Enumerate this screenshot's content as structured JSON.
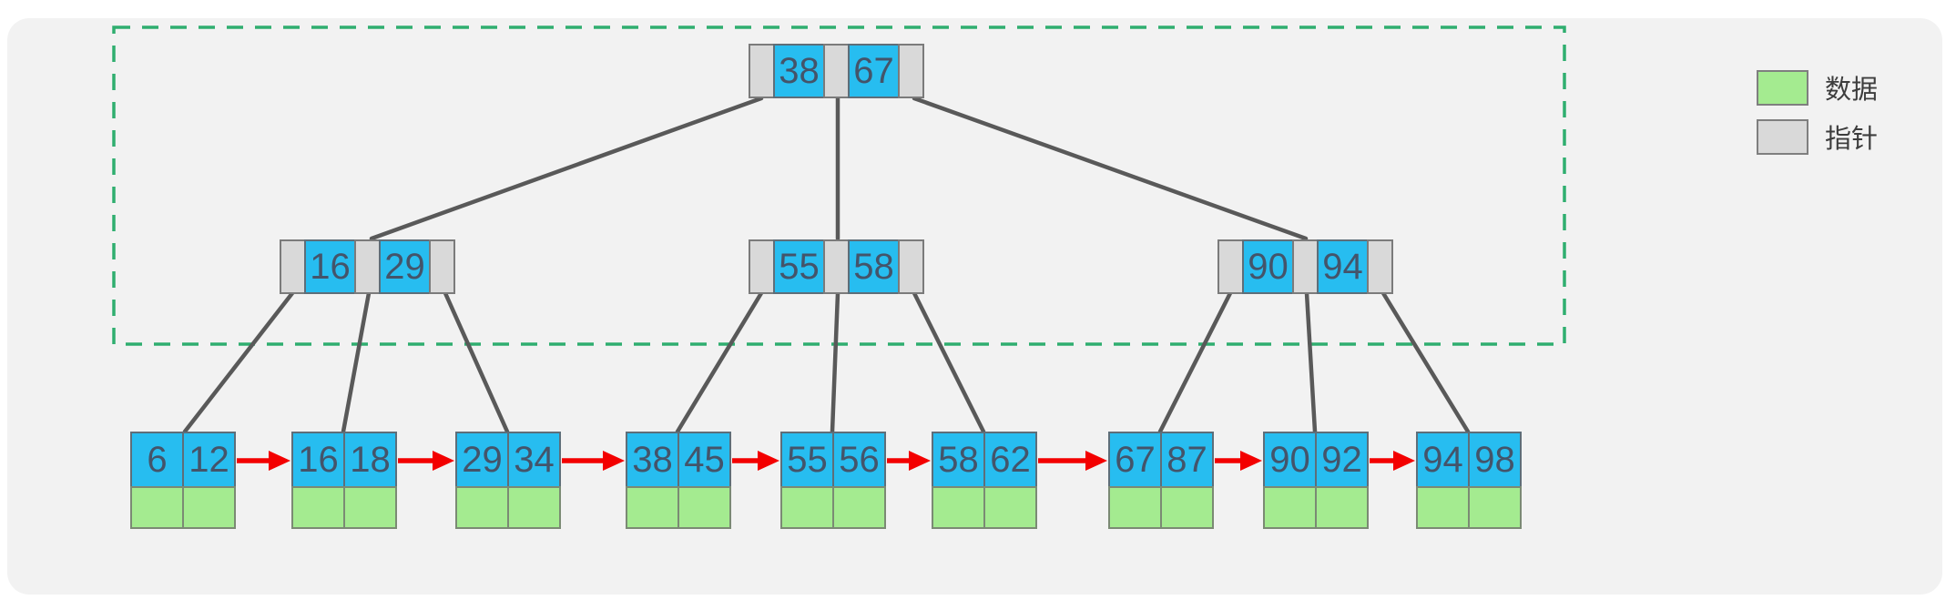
{
  "tree": {
    "root": {
      "keys": [
        "38",
        "67"
      ]
    },
    "internal_nodes": [
      {
        "keys": [
          "16",
          "29"
        ]
      },
      {
        "keys": [
          "55",
          "58"
        ]
      },
      {
        "keys": [
          "90",
          "94"
        ]
      }
    ],
    "leaf_nodes": [
      {
        "keys": [
          "6",
          "12"
        ]
      },
      {
        "keys": [
          "16",
          "18"
        ]
      },
      {
        "keys": [
          "29",
          "34"
        ]
      },
      {
        "keys": [
          "38",
          "45"
        ]
      },
      {
        "keys": [
          "55",
          "56"
        ]
      },
      {
        "keys": [
          "58",
          "62"
        ]
      },
      {
        "keys": [
          "67",
          "87"
        ]
      },
      {
        "keys": [
          "90",
          "92"
        ]
      },
      {
        "keys": [
          "94",
          "98"
        ]
      }
    ]
  },
  "legend": {
    "items": [
      {
        "id": "data",
        "label": "数据",
        "color": "#a4eb90"
      },
      {
        "id": "pointer",
        "label": "指针",
        "color": "#d9d9d9"
      }
    ]
  },
  "colors": {
    "canvas": "#f2f2f2",
    "key_cell": "#27bdf0",
    "key_text": "#44546a",
    "data_cell": "#a4eb90",
    "pointer_cell": "#d9d9d9",
    "tree_edge": "#595959",
    "link_arrow": "#f30000",
    "region_border": "#2fae6f"
  }
}
